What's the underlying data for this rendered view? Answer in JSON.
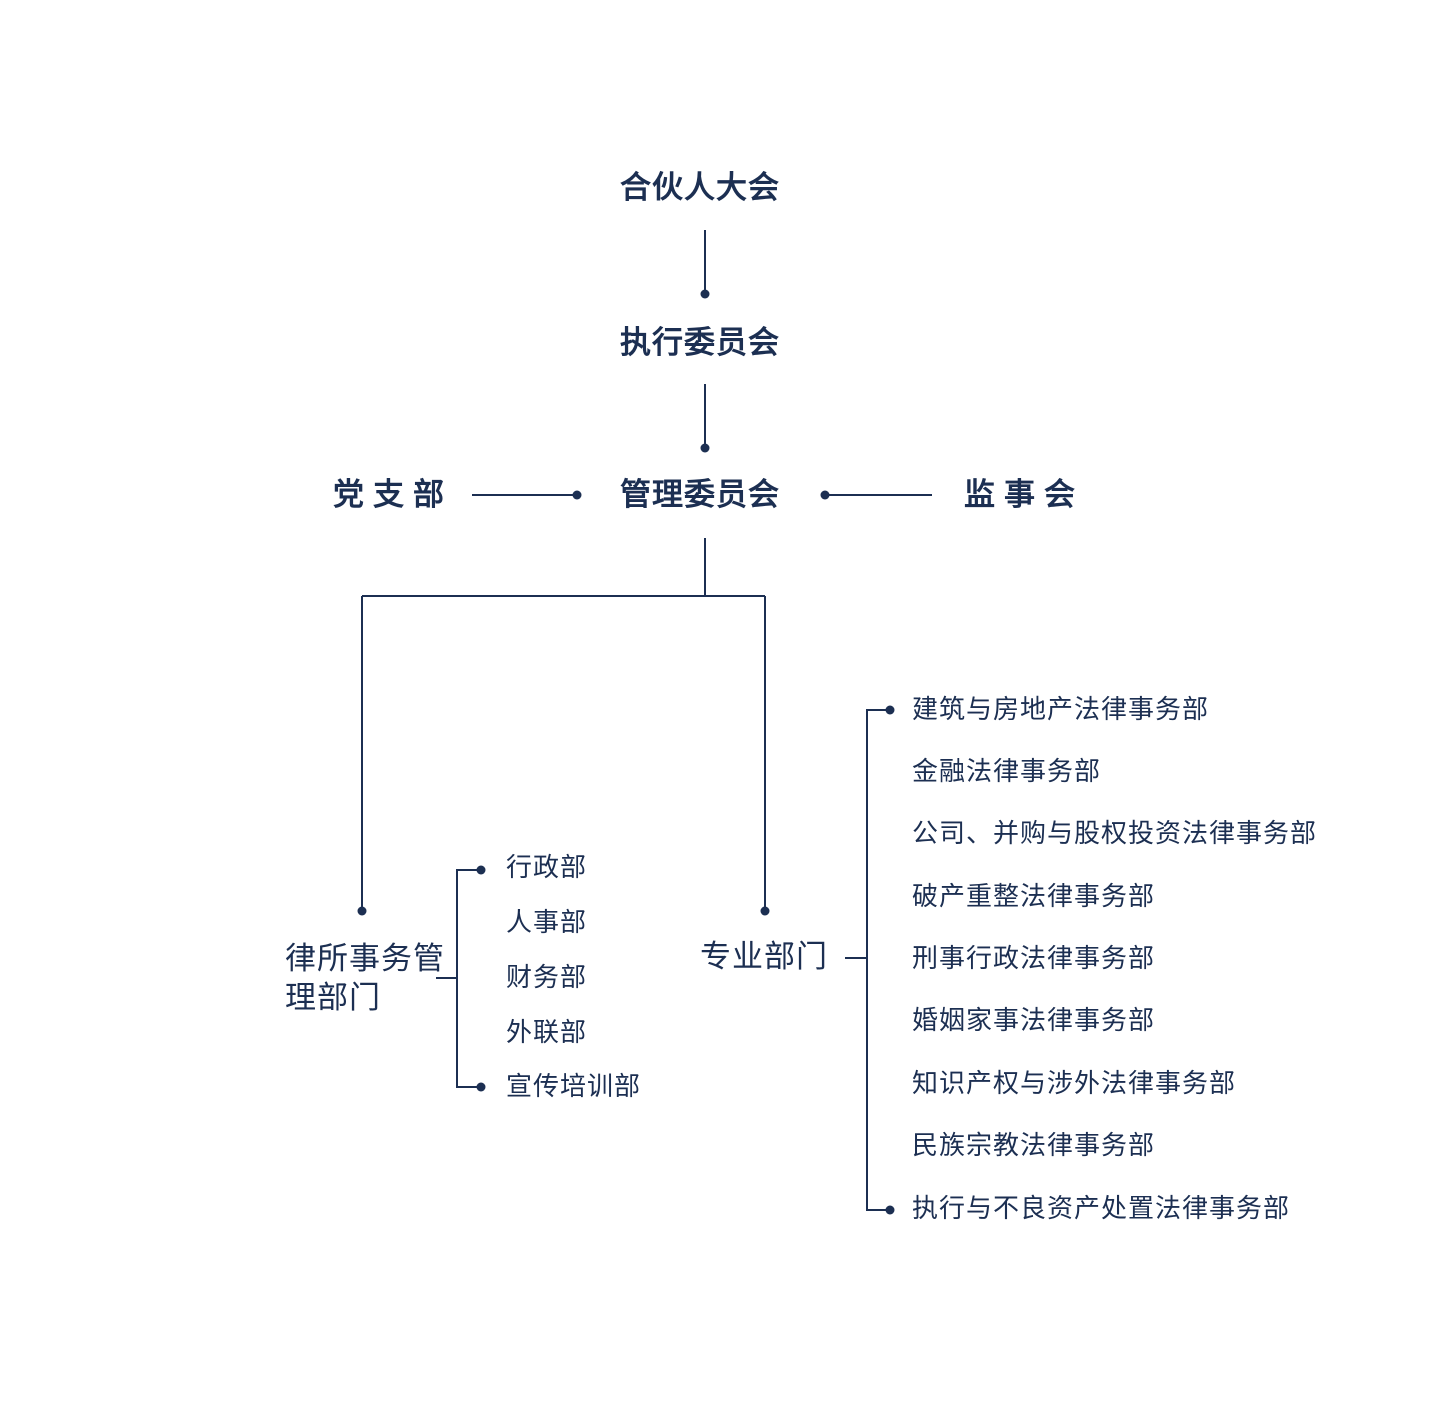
{
  "colors": {
    "ink": "#1c2f52",
    "background": "#ffffff"
  },
  "nodes": {
    "partners_meeting": "合伙人大会",
    "executive_committee": "执行委员会",
    "management_committee": "管理委员会",
    "party_branch": "党支部",
    "supervisory_board": "监事会",
    "admin_departments": "律所事务管理部门",
    "professional_departments": "专业部门"
  },
  "admin_sub": [
    "行政部",
    "人事部",
    "财务部",
    "外联部",
    "宣传培训部"
  ],
  "professional_sub": [
    "建筑与房地产法律事务部",
    "金融法律事务部",
    "公司、并购与股权投资法律事务部",
    "破产重整法律事务部",
    "刑事行政法律事务部",
    "婚姻家事法律事务部",
    "知识产权与涉外法律事务部",
    "民族宗教法律事务部",
    "执行与不良资产处置法律事务部"
  ]
}
